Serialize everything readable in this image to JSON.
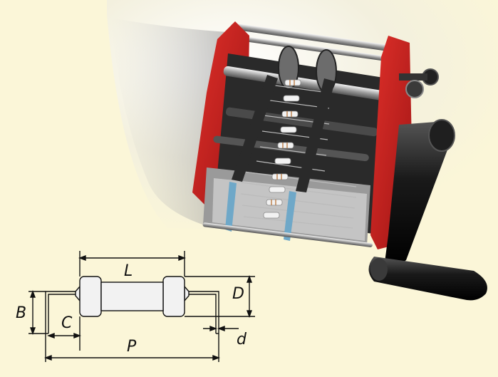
{
  "colors": {
    "background": "#fbf6d8",
    "frame_red": "#c8201e",
    "handle_black": "#1c1c1c",
    "resistor_body": "#f2f2f2",
    "tape_blue": "#6fa8c8"
  },
  "diagram": {
    "labels": {
      "L": "L",
      "D": "D",
      "B": "B",
      "C": "C",
      "P": "P",
      "d": "d"
    }
  }
}
